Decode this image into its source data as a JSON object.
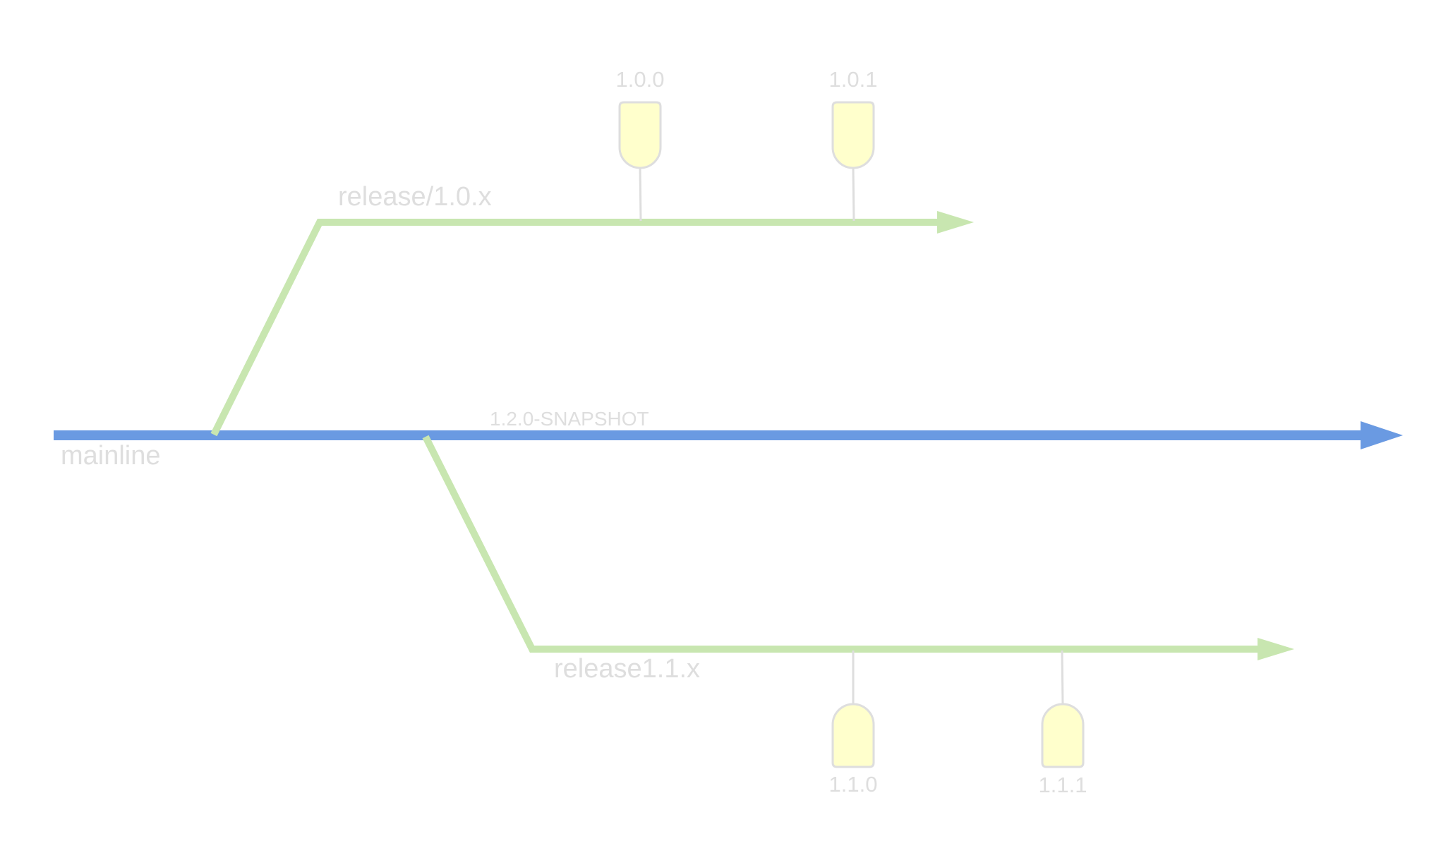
{
  "colors": {
    "mainline": "#6a9ae2",
    "release": "#c8e6b0",
    "tag_fill": "#ffffcc",
    "tag_stroke": "#dedede",
    "text": "#dedede"
  },
  "mainline": {
    "label": "mainline",
    "version": "1.2.0-SNAPSHOT"
  },
  "branches": [
    {
      "label": "release/1.0.x",
      "tags": [
        "1.0.0",
        "1.0.1"
      ]
    },
    {
      "label": "release1.1.x",
      "tags": [
        "1.1.0",
        "1.1.1"
      ]
    }
  ]
}
